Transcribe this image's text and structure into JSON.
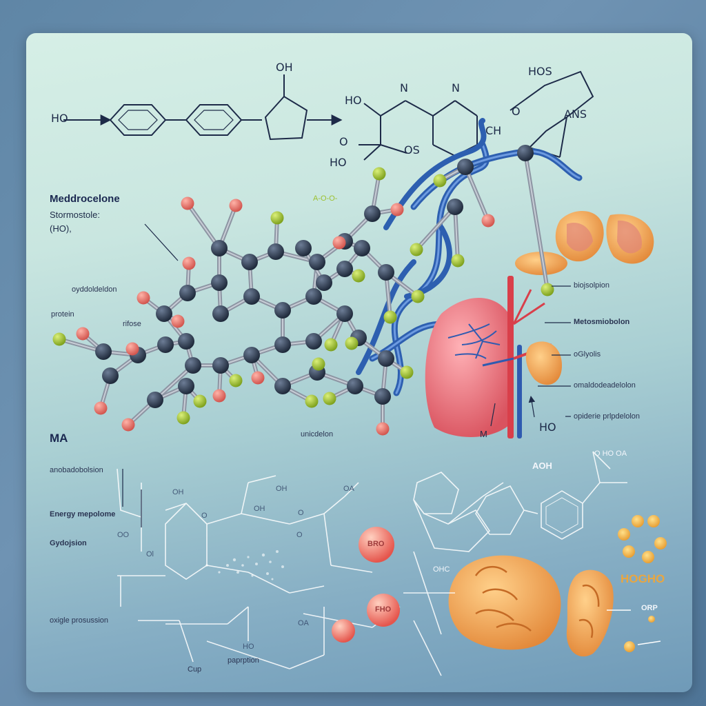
{
  "labels": {
    "top_ho_left": "HO",
    "top_oh": "OH",
    "top_ho_ring": "HO",
    "top_n1": "N",
    "top_n2": "N",
    "top_o_ring": "O",
    "top_os": "OS",
    "top_ho_bottom": "HO",
    "top_ch": "CH",
    "top_hos": "HOS",
    "top_ans": "ANS",
    "top_o_right": "O",
    "title_main": "Meddrocelone",
    "title_sub1": "Stormostole:",
    "title_sub2": "(HO),",
    "aoo": "A-O-O-",
    "cytoplasm": "oyddoldeldon",
    "protein": "protein",
    "prose": "rifose",
    "biology": "biojsolpion",
    "metabolism": "Metosmiobolon",
    "glycolysis": "oGlyolis",
    "omaldo": "omaldodeadelolon",
    "epidermis": "opiderie prlpdelolon",
    "ma": "MA",
    "unicdelon": "unicdelon",
    "m_label": "M",
    "ho_bottom_right": "HO",
    "anabolism": "anobadobolsion",
    "energy": "Energy mepolome",
    "hydrolysis": "Gydojsion",
    "oxidative": "oxigle prosussion",
    "cup": "Cup",
    "papration": "paprption",
    "acoh": "AOH",
    "oho": "O HO OA",
    "hoho": "HOGHO",
    "orp": "ORP",
    "bro": "BRO",
    "fho": "FHO",
    "ohc": "OHC",
    "o_labels": [
      "OH",
      "OO",
      "Ol",
      "O",
      "O",
      "OA",
      "OH",
      "OH",
      "O",
      "HO",
      "OA"
    ]
  },
  "colors": {
    "atom_dark": "#2e3b4e",
    "atom_red": "#e06a62",
    "atom_green": "#9cc02e",
    "ribbon_blue": "#3a6fc2",
    "organ_pink": "#e46d7a",
    "organ_orange": "#f0a24a",
    "vessel_red": "#d93f4a",
    "vessel_blue": "#2f5bb0"
  }
}
